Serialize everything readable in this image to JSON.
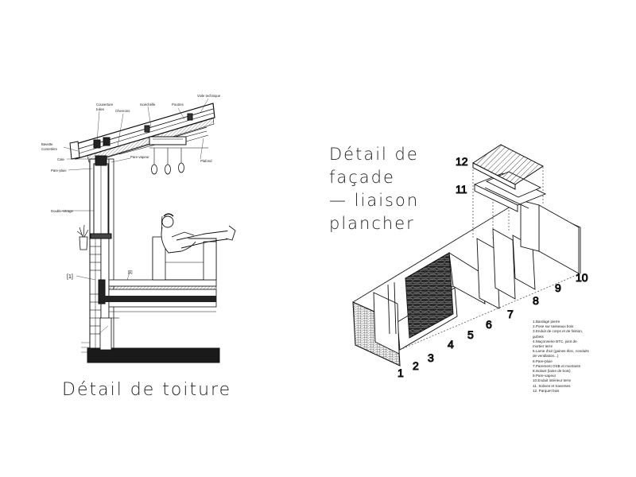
{
  "titles": {
    "roof": "Détail de toiture",
    "facade": "Détail de\nfaçade\n— liaison\nplancher"
  },
  "roof_labels": {
    "couverture": "Couverture\ntuiles",
    "chevrons": "Chevrons",
    "isolation": "Isoéchélle",
    "poutres": "Poutres",
    "voile": "Voile technique",
    "bavette": "Bavette\nCornetière",
    "cale": "Cale",
    "pare_vapeur": "Pare-vapeur",
    "pare_pluie": "Pare-pluie",
    "plafond": "Plafond",
    "double_vitrage": "Double-vitrage",
    "marker": "[1]",
    "marker2": "[1]"
  },
  "facade_numbers": [
    "1",
    "2",
    "3",
    "4",
    "5",
    "6",
    "7",
    "8",
    "9",
    "10",
    "11",
    "12"
  ],
  "legend": [
    "1.Bardage pierre",
    "2.Pose sur tasseaux bois",
    "3.Enduit de corps et de finition, gobets",
    "4.Maçonnerie BTC, joint de mortier terre",
    "5.Lame d'air (gaines élec, conduits de ventilation...)",
    "6.Pare-pluie",
    "7.Parement OSB et montants",
    "8.Isolant (laine de bois)",
    "9.Pare-vapeur",
    "10.Enduit intérieur terre",
    "11. Solives et traverses",
    "12. Parquet bois"
  ]
}
